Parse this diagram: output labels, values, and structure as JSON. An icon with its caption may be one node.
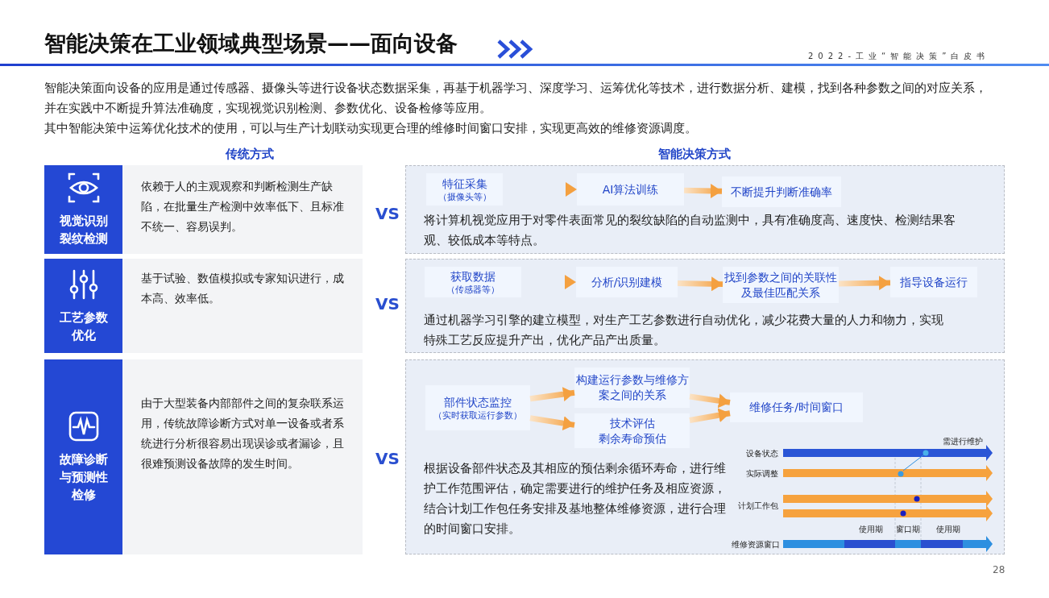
{
  "diagram": {
    "title": "智能决策在工业领域典型场景——面向设备",
    "nodes": [
      {
        "text": [
          "视觉识别裂纹检测"
        ]
      },
      {
        "text": [
          "依赖于人的主观观察和判断检测生产缺陷，在批量生产检测中效率低下、且标准不统一、容易误判。"
        ]
      },
      {
        "text": [
          "将计算机视觉应用于对零件表面常见的裂纹缺陷的自动监测中，具有准确度高、速度快、检测结果客观、较低成本等特点。"
        ]
      },
      {
        "text": [
          "特征采集",
          "（摄像头等）"
        ],
        "in": 2
      },
      {
        "text": [
          "AI算法训练"
        ],
        "in": 2
      },
      {
        "text": [
          "不断提升判断准确率"
        ],
        "in": 2
      },
      {
        "text": [
          "工艺参数优化"
        ]
      },
      {
        "text": [
          "基于试验、数值模拟或专家知识进行，成本高、效率低。"
        ]
      },
      {
        "text": [
          "通过机器学习引擎的建立模型，对生产工艺参数进行自动优化，减少花费大量的人力和物力，实现特殊工艺反应提升产出，优化产品产出质量。"
        ]
      },
      {
        "text": [
          "获取数据",
          "（传感器等）"
        ],
        "in": 8
      },
      {
        "text": [
          "分析/识别建模"
        ],
        "in": 8
      },
      {
        "text": [
          "找到参数之间的关联性及最佳匹配关系"
        ],
        "in": 8
      },
      {
        "text": [
          "指导设备运行"
        ],
        "in": 8
      },
      {
        "text": [
          "故障诊断与预测性检修"
        ]
      },
      {
        "text": [
          "由于大型装备内部部件之间的复杂联系运用，传统故障诊断方式对单一设备或者系统进行分析很容易出现误诊或者漏诊，且很难预测设备故障的发生时间。"
        ]
      },
      {
        "text": [
          "根据设备部件状态及其相应的预估剩余循环寿命，进行维护工作范围评估，确定需要进行的维护任务及相应资源，结合计划工作包任务安排及基地整体维修资源，进行合理的时间窗口安排。"
        ]
      },
      {
        "text": [
          "部件状态监控",
          "（实时获取运行参数）"
        ],
        "in": 15
      },
      {
        "text": [
          "构建运行参数与维修方案之间的关系"
        ],
        "in": 15
      },
      {
        "text": [
          "技术评估",
          "剩余寿命预估"
        ],
        "in": 15
      },
      {
        "text": [
          "维修任务/时间窗口"
        ],
        "in": 15
      }
    ],
    "edges": [
      {
        "from": 3,
        "to": 4,
        "arrow": "to"
      },
      {
        "from": 4,
        "to": 5,
        "arrow": "to"
      },
      {
        "from": 9,
        "to": 10,
        "arrow": "to"
      },
      {
        "from": 10,
        "to": 11,
        "arrow": "to"
      },
      {
        "from": 11,
        "to": 12,
        "arrow": "to"
      },
      {
        "from": 16,
        "to": 17,
        "arrow": "to"
      },
      {
        "from": 16,
        "to": 18,
        "arrow": "to"
      },
      {
        "from": 17,
        "to": 19,
        "arrow": "to"
      },
      {
        "from": 18,
        "to": 19,
        "arrow": "to"
      }
    ],
    "labels": [
      "2022-工业“智能决策”白皮书",
      "智能决策面向设备的应用是通过传感器、摄像头等进行设备状态数据采集，再基于机器学习、深度学习、运筹优化等技术，进行数据分析、建模，找到各种参数之间的对应关系，并在实践中不断提升算法准确度，实现视觉识别检测、参数优化、设备检修等应用。",
      "其中智能决策中运筹优化技术的使用，可以与生产计划联动实现更合理的维修时间窗口安排，实现更高效的维修资源调度。",
      "传统方式",
      "智能决策方式",
      "VS",
      "VS",
      "VS",
      "需进行维护",
      "设备状态",
      "实际调整",
      "计划工作包",
      "使用期",
      "窗口期",
      "使用期",
      "维修资源窗口",
      "28"
    ]
  }
}
